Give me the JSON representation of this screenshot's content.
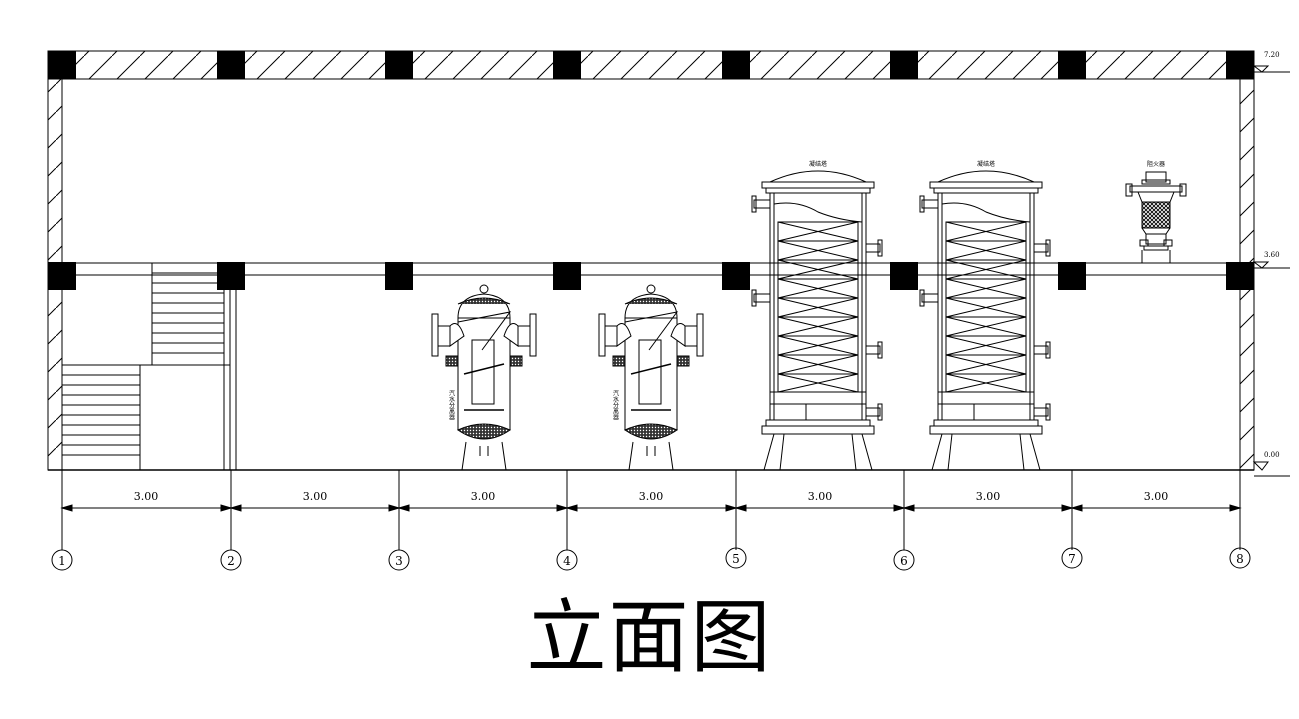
{
  "drawing": {
    "title": "立面图",
    "span_dimensions": [
      "3.00",
      "3.00",
      "3.00",
      "3.00",
      "3.00",
      "3.00",
      "3.00"
    ],
    "axis_labels": [
      "1",
      "2",
      "3",
      "4",
      "5",
      "6",
      "7",
      "8"
    ],
    "elevations": [
      "7.20",
      "3.60",
      "0.00"
    ],
    "equipment_labels": {
      "separator_1": "汽水分离器",
      "separator_2": "汽水分离器",
      "tower_1": "凝结塔",
      "tower_2": "凝结塔",
      "arrester": "阻火器"
    }
  }
}
